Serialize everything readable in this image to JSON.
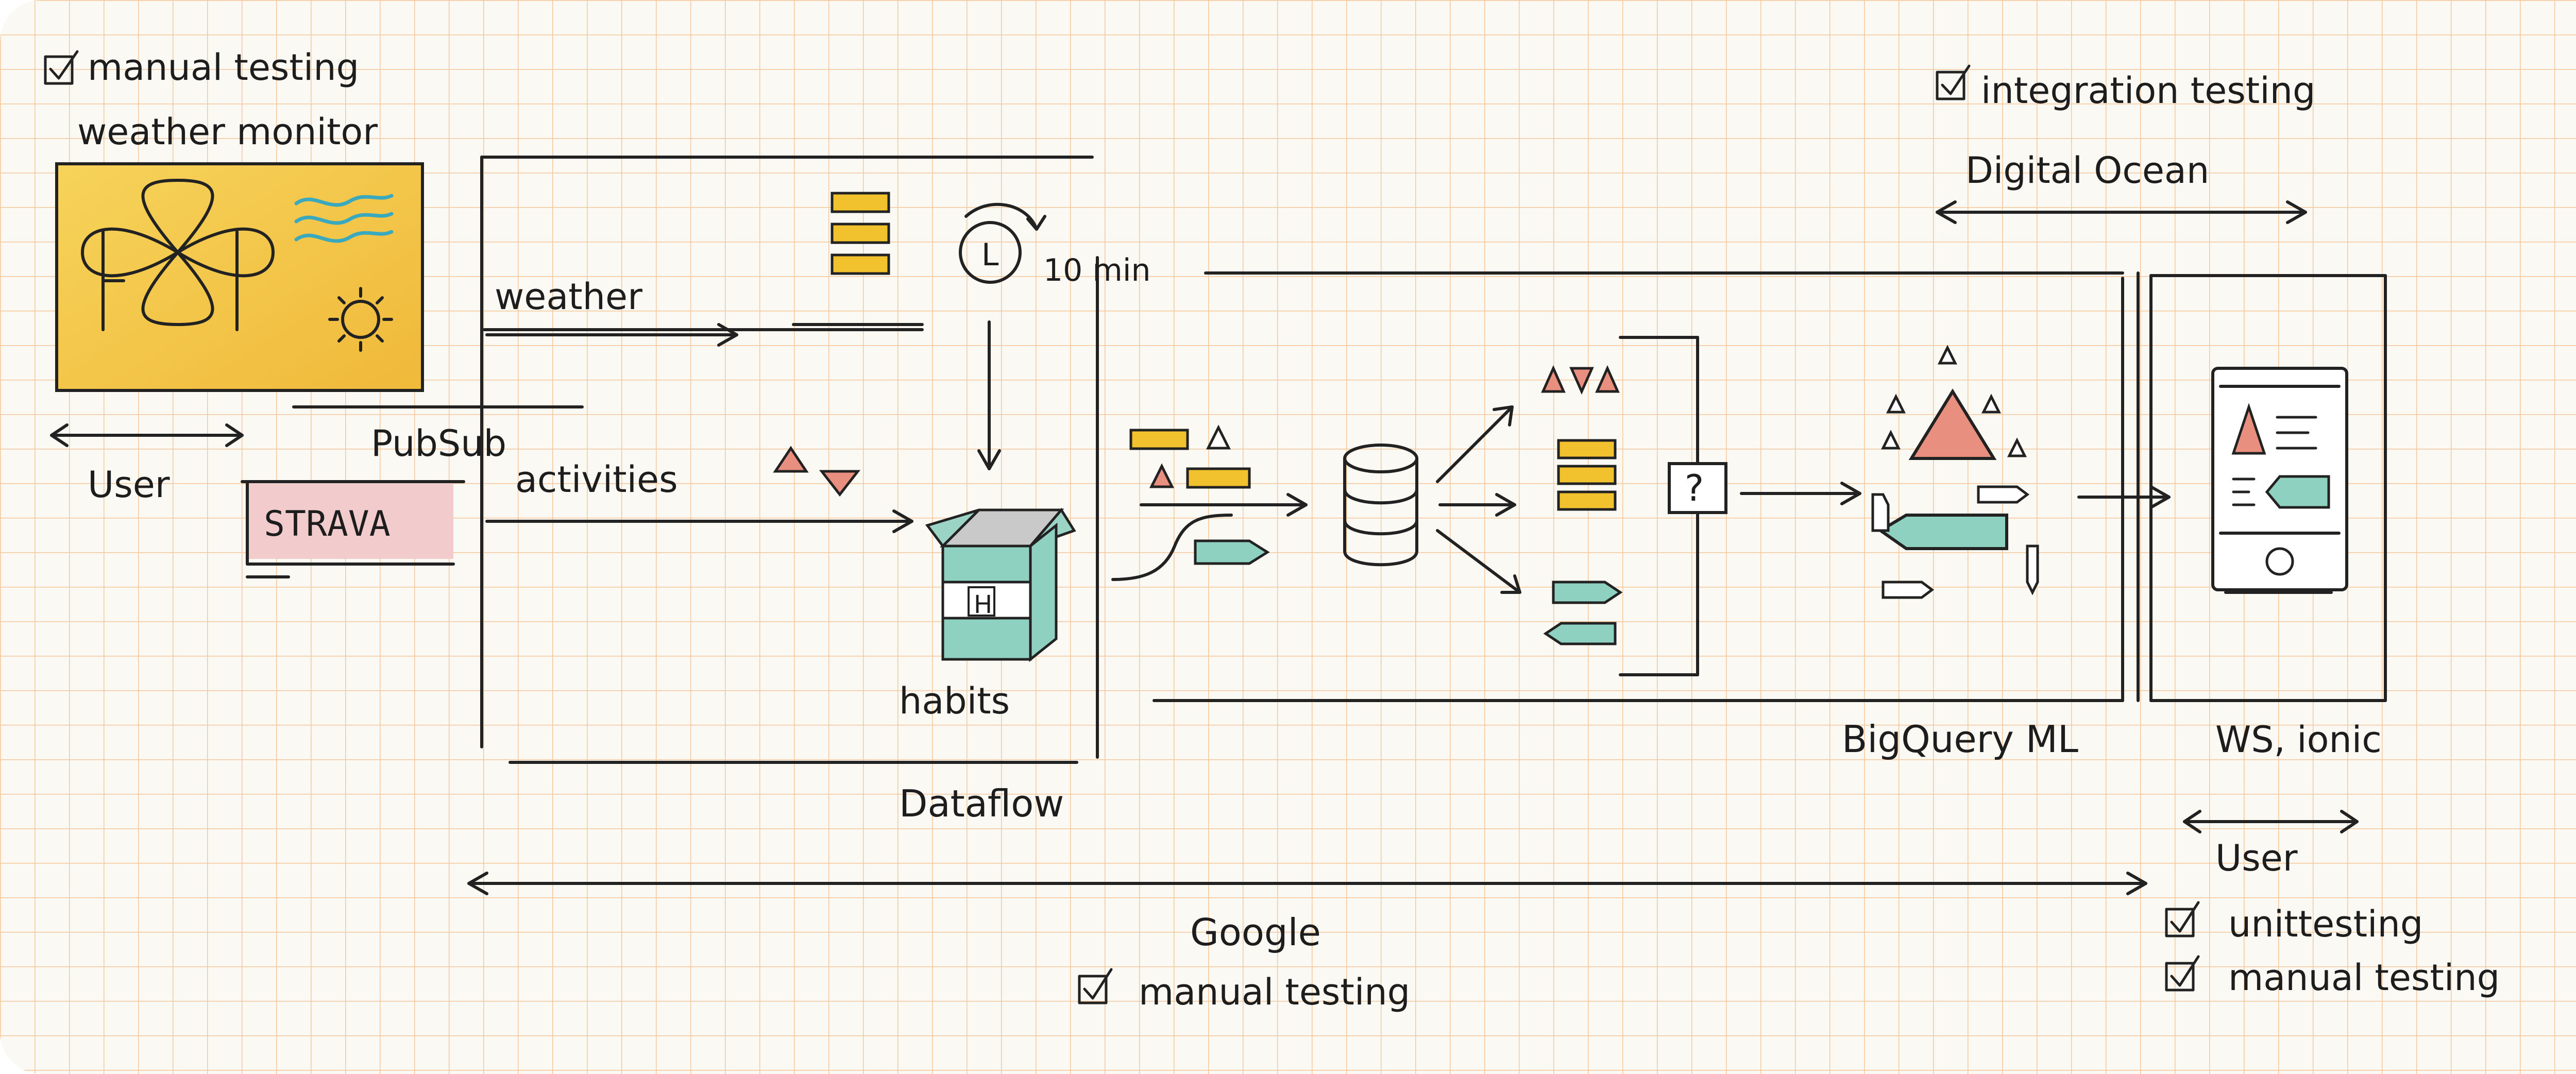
{
  "labels": {
    "top_left_test": "manual testing",
    "weather_monitor": "weather monitor",
    "user_left": "User",
    "pubsub": "PubSub",
    "weather": "weather",
    "activities": "activities",
    "strava": "STRAVA",
    "ten_min": "10 min",
    "clock_digit": "L",
    "habits": "habits",
    "box_letter": "H",
    "dataflow": "Dataflow",
    "question": "?",
    "integration_testing": "integration testing",
    "digital_ocean": "Digital Ocean",
    "bigquery_ml": "BigQuery ML",
    "ws_ionic": "WS, ionic",
    "user_right": "User",
    "unit_testing": "unittesting",
    "manual_testing_right": "manual testing",
    "google": "Google",
    "manual_testing_bottom": "manual testing"
  },
  "colors": {
    "paper": "#fbf9f4",
    "grid": "#f3c79a",
    "ink": "#222222",
    "yellow": "#f2c12e",
    "salmon": "#e98f7f",
    "teal": "#8fd1c0",
    "pink": "#f2cccc",
    "monitor_fill": "#f6d35a"
  }
}
